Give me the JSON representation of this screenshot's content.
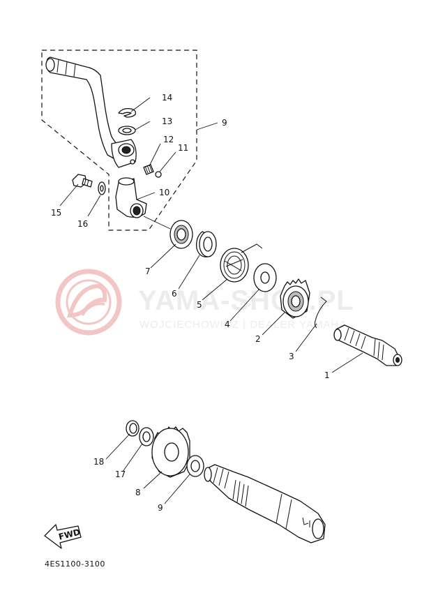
{
  "watermark": {
    "site": "YAMA-SHOP.PL",
    "dealer": "WOJCIECHOWICZ | DEALER YAMAHA"
  },
  "callouts": [
    {
      "id": "c1",
      "text": "1"
    },
    {
      "id": "c2",
      "text": "2"
    },
    {
      "id": "c3",
      "text": "3"
    },
    {
      "id": "c4",
      "text": "4"
    },
    {
      "id": "c5",
      "text": "5"
    },
    {
      "id": "c6",
      "text": "6"
    },
    {
      "id": "c7",
      "text": "7"
    },
    {
      "id": "c8",
      "text": "8"
    },
    {
      "id": "c9a",
      "text": "9"
    },
    {
      "id": "c9b",
      "text": "9"
    },
    {
      "id": "c10",
      "text": "10"
    },
    {
      "id": "c11",
      "text": "11"
    },
    {
      "id": "c12",
      "text": "12"
    },
    {
      "id": "c13",
      "text": "13"
    },
    {
      "id": "c14",
      "text": "14"
    },
    {
      "id": "c15",
      "text": "15"
    },
    {
      "id": "c16",
      "text": "16"
    },
    {
      "id": "c17",
      "text": "17"
    },
    {
      "id": "c18",
      "text": "18"
    }
  ],
  "fwd_label": "FWD",
  "diagram_code": "4ES1100-3100"
}
